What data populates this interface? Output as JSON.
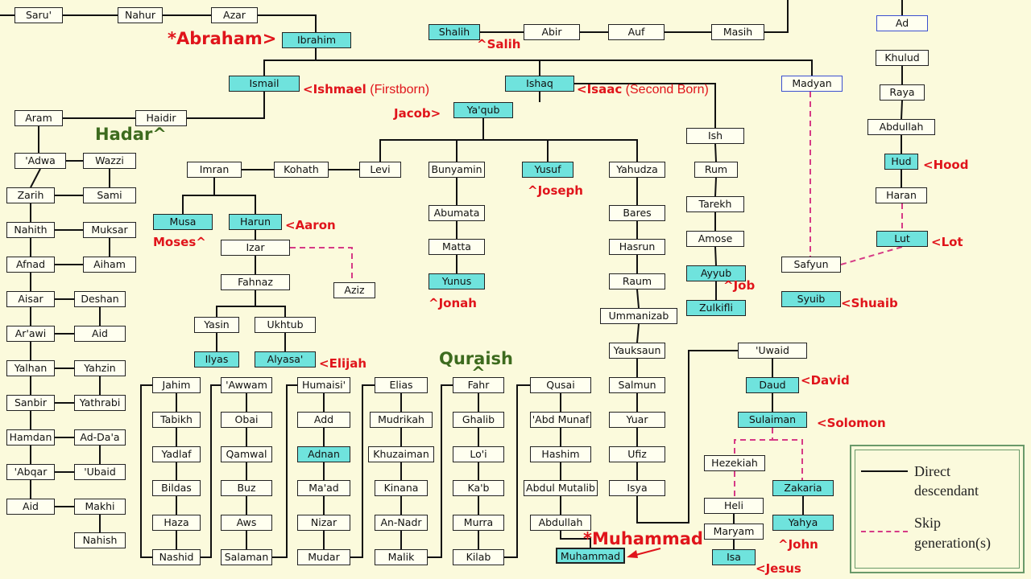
{
  "nodes": [
    {
      "id": "saru",
      "label": "Saru'",
      "style": "plain"
    },
    {
      "id": "nahur",
      "label": "Nahur",
      "style": "plain"
    },
    {
      "id": "azar",
      "label": "Azar",
      "style": "plain"
    },
    {
      "id": "ibrahim",
      "label": "Ibrahim",
      "style": "cyan"
    },
    {
      "id": "shalih",
      "label": "Shalih",
      "style": "cyan"
    },
    {
      "id": "abir",
      "label": "Abir",
      "style": "plain"
    },
    {
      "id": "auf",
      "label": "Auf",
      "style": "plain"
    },
    {
      "id": "masih",
      "label": "Masih",
      "style": "plain"
    },
    {
      "id": "ad",
      "label": "Ad",
      "style": "blue"
    },
    {
      "id": "khulud",
      "label": "Khulud",
      "style": "plain"
    },
    {
      "id": "raya",
      "label": "Raya",
      "style": "plain"
    },
    {
      "id": "abdullah_r",
      "label": "Abdullah",
      "style": "plain"
    },
    {
      "id": "hud",
      "label": "Hud",
      "style": "cyan"
    },
    {
      "id": "haran",
      "label": "Haran",
      "style": "plain"
    },
    {
      "id": "lut",
      "label": "Lut",
      "style": "cyan"
    },
    {
      "id": "ismail",
      "label": "Ismail",
      "style": "cyan"
    },
    {
      "id": "ishaq",
      "label": "Ishaq",
      "style": "cyan"
    },
    {
      "id": "madyan",
      "label": "Madyan",
      "style": "blue"
    },
    {
      "id": "aram",
      "label": "Aram",
      "style": "plain"
    },
    {
      "id": "haidir",
      "label": "Haidir",
      "style": "plain"
    },
    {
      "id": "yaqub",
      "label": "Ya'qub",
      "style": "cyan"
    },
    {
      "id": "adwa",
      "label": "'Adwa",
      "style": "plain"
    },
    {
      "id": "wazzi",
      "label": "Wazzi",
      "style": "plain"
    },
    {
      "id": "zarih",
      "label": "Zarih",
      "style": "plain"
    },
    {
      "id": "sami",
      "label": "Sami",
      "style": "plain"
    },
    {
      "id": "nahith",
      "label": "Nahith",
      "style": "plain"
    },
    {
      "id": "muksar",
      "label": "Muksar",
      "style": "plain"
    },
    {
      "id": "afnad",
      "label": "Afnad",
      "style": "plain"
    },
    {
      "id": "aiham",
      "label": "Aiham",
      "style": "plain"
    },
    {
      "id": "aisar",
      "label": "Aisar",
      "style": "plain"
    },
    {
      "id": "deshan",
      "label": "Deshan",
      "style": "plain"
    },
    {
      "id": "arawi",
      "label": "Ar'awi",
      "style": "plain"
    },
    {
      "id": "aid1",
      "label": "Aid",
      "style": "plain"
    },
    {
      "id": "yalhan",
      "label": "Yalhan",
      "style": "plain"
    },
    {
      "id": "yahzin",
      "label": "Yahzin",
      "style": "plain"
    },
    {
      "id": "sanbir",
      "label": "Sanbir",
      "style": "plain"
    },
    {
      "id": "yathrabi",
      "label": "Yathrabi",
      "style": "plain"
    },
    {
      "id": "hamdan",
      "label": "Hamdan",
      "style": "plain"
    },
    {
      "id": "addaa",
      "label": "Ad-Da'a",
      "style": "plain"
    },
    {
      "id": "abqar",
      "label": "'Abqar",
      "style": "plain"
    },
    {
      "id": "ubaid",
      "label": "'Ubaid",
      "style": "plain"
    },
    {
      "id": "aid2",
      "label": "Aid",
      "style": "plain"
    },
    {
      "id": "makhi",
      "label": "Makhi",
      "style": "plain"
    },
    {
      "id": "nahish",
      "label": "Nahish",
      "style": "plain"
    },
    {
      "id": "imran",
      "label": "Imran",
      "style": "plain"
    },
    {
      "id": "kohath",
      "label": "Kohath",
      "style": "plain"
    },
    {
      "id": "levi",
      "label": "Levi",
      "style": "plain"
    },
    {
      "id": "bunyamin",
      "label": "Bunyamin",
      "style": "plain"
    },
    {
      "id": "yusuf",
      "label": "Yusuf",
      "style": "cyan"
    },
    {
      "id": "yahudza",
      "label": "Yahudza",
      "style": "plain"
    },
    {
      "id": "ish",
      "label": "Ish",
      "style": "plain"
    },
    {
      "id": "rum",
      "label": "Rum",
      "style": "plain"
    },
    {
      "id": "tarekh",
      "label": "Tarekh",
      "style": "plain"
    },
    {
      "id": "amose",
      "label": "Amose",
      "style": "plain"
    },
    {
      "id": "ayyub",
      "label": "Ayyub",
      "style": "cyan"
    },
    {
      "id": "zulkifli",
      "label": "Zulkifli",
      "style": "cyan"
    },
    {
      "id": "musa",
      "label": "Musa",
      "style": "cyan"
    },
    {
      "id": "harun",
      "label": "Harun",
      "style": "cyan"
    },
    {
      "id": "izar",
      "label": "Izar",
      "style": "plain"
    },
    {
      "id": "aziz",
      "label": "Aziz",
      "style": "plain"
    },
    {
      "id": "fahnaz",
      "label": "Fahnaz",
      "style": "plain"
    },
    {
      "id": "yasin",
      "label": "Yasin",
      "style": "plain"
    },
    {
      "id": "ukhtub",
      "label": "Ukhtub",
      "style": "plain"
    },
    {
      "id": "ilyas",
      "label": "Ilyas",
      "style": "cyan"
    },
    {
      "id": "alyasa",
      "label": "Alyasa'",
      "style": "cyan"
    },
    {
      "id": "abumata",
      "label": "Abumata",
      "style": "plain"
    },
    {
      "id": "matta",
      "label": "Matta",
      "style": "plain"
    },
    {
      "id": "yunus",
      "label": "Yunus",
      "style": "cyan"
    },
    {
      "id": "bares",
      "label": "Bares",
      "style": "plain"
    },
    {
      "id": "hasrun",
      "label": "Hasrun",
      "style": "plain"
    },
    {
      "id": "raum",
      "label": "Raum",
      "style": "plain"
    },
    {
      "id": "ummanizab",
      "label": "Ummanizab",
      "style": "plain"
    },
    {
      "id": "yauksaun",
      "label": "Yauksaun",
      "style": "plain"
    },
    {
      "id": "salmun",
      "label": "Salmun",
      "style": "plain"
    },
    {
      "id": "yuar",
      "label": "Yuar",
      "style": "plain"
    },
    {
      "id": "ufiz",
      "label": "Ufiz",
      "style": "plain"
    },
    {
      "id": "isya",
      "label": "Isya",
      "style": "plain"
    },
    {
      "id": "safyun",
      "label": "Safyun",
      "style": "plain"
    },
    {
      "id": "syuib",
      "label": "Syuib",
      "style": "cyan"
    },
    {
      "id": "uwaid",
      "label": "'Uwaid",
      "style": "plain"
    },
    {
      "id": "daud",
      "label": "Daud",
      "style": "cyan"
    },
    {
      "id": "sulaiman",
      "label": "Sulaiman",
      "style": "cyan"
    },
    {
      "id": "hezekiah",
      "label": "Hezekiah",
      "style": "plain"
    },
    {
      "id": "heli",
      "label": "Heli",
      "style": "plain"
    },
    {
      "id": "maryam",
      "label": "Maryam",
      "style": "plain"
    },
    {
      "id": "isa",
      "label": "Isa",
      "style": "cyan"
    },
    {
      "id": "zakaria",
      "label": "Zakaria",
      "style": "cyan"
    },
    {
      "id": "yahya",
      "label": "Yahya",
      "style": "cyan"
    },
    {
      "id": "jahim",
      "label": "Jahim",
      "style": "plain"
    },
    {
      "id": "tabikh",
      "label": "Tabikh",
      "style": "plain"
    },
    {
      "id": "yadlaf",
      "label": "Yadlaf",
      "style": "plain"
    },
    {
      "id": "bildas",
      "label": "Bildas",
      "style": "plain"
    },
    {
      "id": "haza",
      "label": "Haza",
      "style": "plain"
    },
    {
      "id": "nashid",
      "label": "Nashid",
      "style": "plain"
    },
    {
      "id": "awwam",
      "label": "'Awwam",
      "style": "plain"
    },
    {
      "id": "obai",
      "label": "Obai",
      "style": "plain"
    },
    {
      "id": "qamwal",
      "label": "Qamwal",
      "style": "plain"
    },
    {
      "id": "buz",
      "label": "Buz",
      "style": "plain"
    },
    {
      "id": "aws",
      "label": "Aws",
      "style": "plain"
    },
    {
      "id": "salaman",
      "label": "Salaman",
      "style": "plain"
    },
    {
      "id": "humaisi",
      "label": "Humaisi'",
      "style": "plain"
    },
    {
      "id": "add",
      "label": "Add",
      "style": "plain"
    },
    {
      "id": "adnan",
      "label": "Adnan",
      "style": "cyan"
    },
    {
      "id": "maad",
      "label": "Ma'ad",
      "style": "plain"
    },
    {
      "id": "nizar",
      "label": "Nizar",
      "style": "plain"
    },
    {
      "id": "mudar",
      "label": "Mudar",
      "style": "plain"
    },
    {
      "id": "elias",
      "label": "Elias",
      "style": "plain"
    },
    {
      "id": "mudrikah",
      "label": "Mudrikah",
      "style": "plain"
    },
    {
      "id": "khuzaiman",
      "label": "Khuzaiman",
      "style": "plain"
    },
    {
      "id": "kinana",
      "label": "Kinana",
      "style": "plain"
    },
    {
      "id": "annadr",
      "label": "An-Nadr",
      "style": "plain"
    },
    {
      "id": "malik",
      "label": "Malik",
      "style": "plain"
    },
    {
      "id": "fahr",
      "label": "Fahr",
      "style": "plain"
    },
    {
      "id": "ghalib",
      "label": "Ghalib",
      "style": "plain"
    },
    {
      "id": "loi",
      "label": "Lo'i",
      "style": "plain"
    },
    {
      "id": "kab",
      "label": "Ka'b",
      "style": "plain"
    },
    {
      "id": "murra",
      "label": "Murra",
      "style": "plain"
    },
    {
      "id": "kilab",
      "label": "Kilab",
      "style": "plain"
    },
    {
      "id": "qusai",
      "label": "Qusai",
      "style": "plain"
    },
    {
      "id": "abdmunaf",
      "label": "'Abd Munaf",
      "style": "plain"
    },
    {
      "id": "hashim",
      "label": "Hashim",
      "style": "plain"
    },
    {
      "id": "abdulmutalib",
      "label": "Abdul Mutalib",
      "style": "plain"
    },
    {
      "id": "abdullah",
      "label": "Abdullah",
      "style": "plain"
    },
    {
      "id": "muhammad",
      "label": "Muhammad",
      "style": "cyan-emph"
    }
  ],
  "annotations": [
    {
      "id": "abraham",
      "text": "*Abraham>",
      "extra": "",
      "color": "red"
    },
    {
      "id": "salih",
      "text": "^Salih",
      "extra": "",
      "color": "red"
    },
    {
      "id": "ishmael",
      "text": "<Ishmael",
      "extra": " (Firstborn)",
      "color": "red"
    },
    {
      "id": "isaac",
      "text": "<Isaac",
      "extra": " (Second Born)",
      "color": "red"
    },
    {
      "id": "jacob",
      "text": "Jacob>",
      "extra": "",
      "color": "red"
    },
    {
      "id": "hadar",
      "text": "Hadar^",
      "extra": "",
      "color": "green"
    },
    {
      "id": "hood",
      "text": "<Hood",
      "extra": "",
      "color": "red"
    },
    {
      "id": "lot",
      "text": "<Lot",
      "extra": "",
      "color": "red"
    },
    {
      "id": "joseph",
      "text": "^Joseph",
      "extra": "",
      "color": "red"
    },
    {
      "id": "aaron",
      "text": "<Aaron",
      "extra": "",
      "color": "red"
    },
    {
      "id": "moses",
      "text": "Moses^",
      "extra": "",
      "color": "red"
    },
    {
      "id": "job",
      "text": "^Job",
      "extra": "",
      "color": "red"
    },
    {
      "id": "shuaib",
      "text": "<Shuaib",
      "extra": "",
      "color": "red"
    },
    {
      "id": "jonah",
      "text": "^Jonah",
      "extra": "",
      "color": "red"
    },
    {
      "id": "elijah",
      "text": "<Elijah",
      "extra": "",
      "color": "red"
    },
    {
      "id": "quraish",
      "text": "Quraish",
      "extra": "",
      "color": "green"
    },
    {
      "id": "quraish_caret",
      "text": "^",
      "extra": "",
      "color": "green"
    },
    {
      "id": "david",
      "text": "<David",
      "extra": "",
      "color": "red"
    },
    {
      "id": "solomon",
      "text": "<Solomon",
      "extra": "",
      "color": "red"
    },
    {
      "id": "muhammad_star",
      "text": "*Muhammad",
      "extra": "",
      "color": "red"
    },
    {
      "id": "john",
      "text": "^John",
      "extra": "",
      "color": "red"
    },
    {
      "id": "jesus",
      "text": "<Jesus",
      "extra": "",
      "color": "red"
    }
  ],
  "legend": {
    "direct_line1": "Direct",
    "direct_line2": "descendant",
    "skip_line1": "Skip",
    "skip_line2": "generation(s)"
  },
  "colors": {
    "background": "#fbfadc",
    "node_fill": "#fffff0",
    "prophet_fill": "#6fe3dd",
    "annotation_red": "#e0141b",
    "annotation_green": "#3d6b1e",
    "skip_line": "#d63a86",
    "variant_border": "#3b4fd0"
  }
}
